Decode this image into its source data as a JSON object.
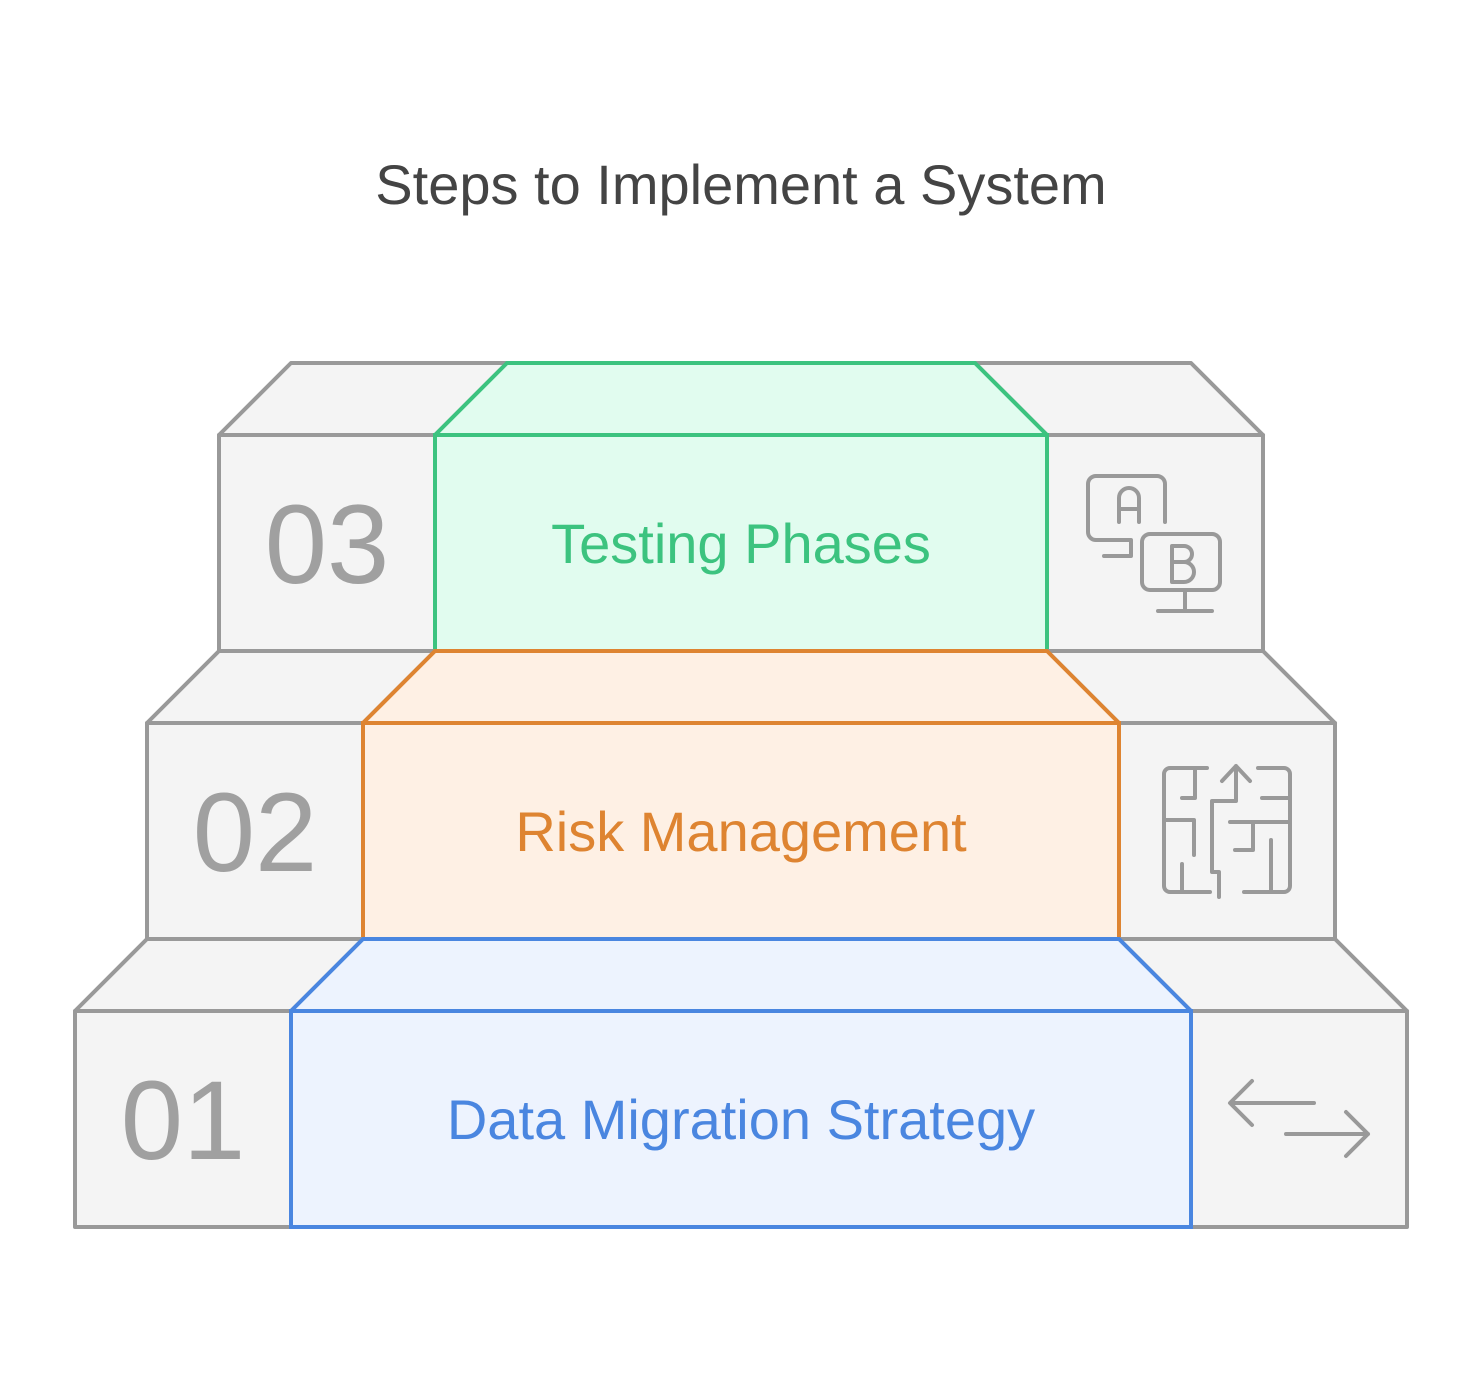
{
  "title": "Steps to Implement a System",
  "steps": [
    {
      "number": "01",
      "label": "Data Migration Strategy",
      "icon": "bidirectional-arrows-icon",
      "stroke": "#4a86e0",
      "fill": "#edf3fe"
    },
    {
      "number": "02",
      "label": "Risk Management",
      "icon": "maze-icon",
      "stroke": "#de8431",
      "fill": "#fef0e4"
    },
    {
      "number": "03",
      "label": "Testing Phases",
      "icon": "ab-testing-icon",
      "stroke": "#3cc37f",
      "fill": "#e1fcef"
    }
  ]
}
